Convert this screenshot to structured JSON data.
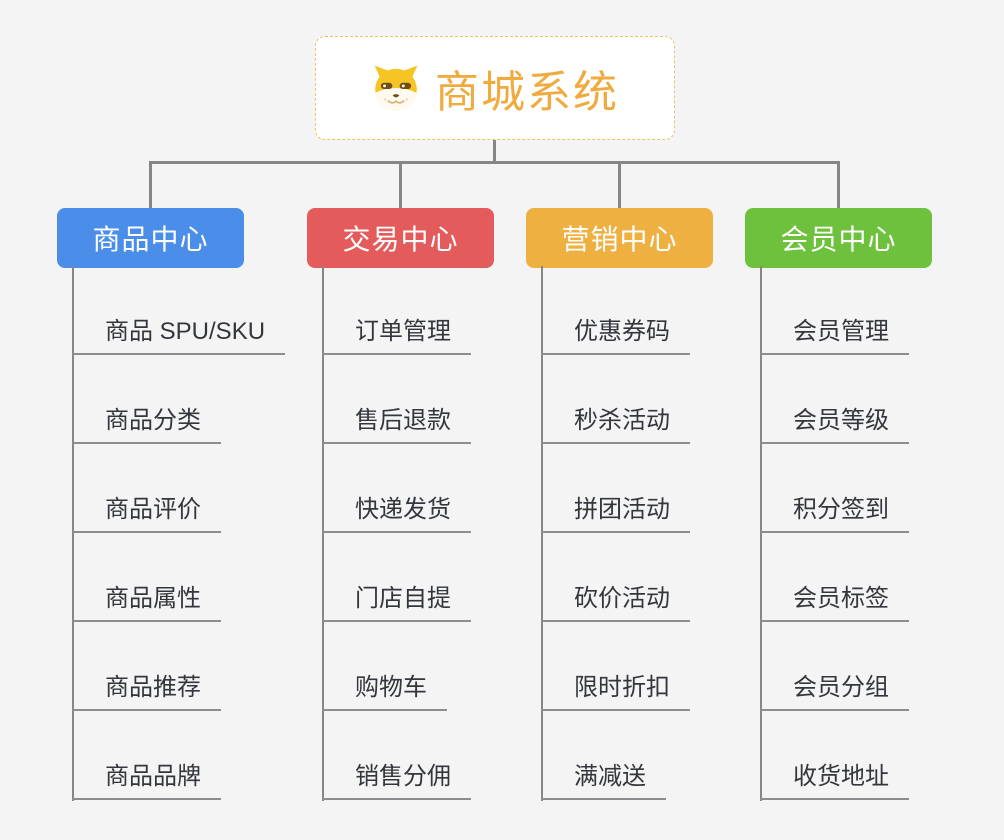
{
  "root": {
    "title": "商城系统",
    "icon": "dog-face-icon",
    "title_color": "#f0aa3e",
    "border_color": "#f2bd6b"
  },
  "connector_color": "#868686",
  "background_color": "#f4f4f4",
  "branches": [
    {
      "label": "商品中心",
      "color": "#4a8eea",
      "items": [
        "商品 SPU/SKU",
        "商品分类",
        "商品评价",
        "商品属性",
        "商品推荐",
        "商品品牌"
      ]
    },
    {
      "label": "交易中心",
      "color": "#e45b5c",
      "items": [
        "订单管理",
        "售后退款",
        "快递发货",
        "门店自提",
        "购物车",
        "销售分佣"
      ]
    },
    {
      "label": "营销中心",
      "color": "#eeb041",
      "items": [
        "优惠券码",
        "秒杀活动",
        "拼团活动",
        "砍价活动",
        "限时折扣",
        "满减送"
      ]
    },
    {
      "label": "会员中心",
      "color": "#6dc13d",
      "items": [
        "会员管理",
        "会员等级",
        "积分签到",
        "会员标签",
        "会员分组",
        "收货地址"
      ]
    }
  ]
}
